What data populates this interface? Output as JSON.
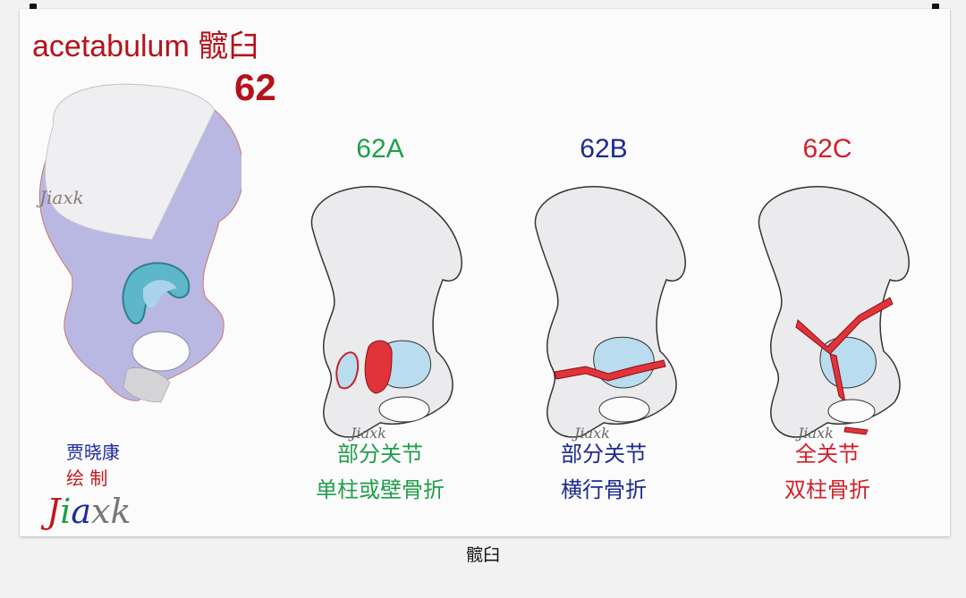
{
  "figure": {
    "title": "acetabulum 髋臼",
    "code": "62",
    "watermark": "Jiaxk",
    "classes": [
      {
        "code": "62A",
        "color": "#1f9e4a",
        "line1": "部分关节",
        "line2": "单柱或壁骨折"
      },
      {
        "code": "62B",
        "color": "#1c2a8f",
        "line1": "部分关节",
        "line2": "横行骨折"
      },
      {
        "code": "62C",
        "color": "#d0202a",
        "line1": "全关节",
        "line2": "双柱骨折"
      }
    ],
    "signature": {
      "name": "贾晓康",
      "role": "绘 制",
      "word": "Jiaxk"
    }
  },
  "caption": "髋臼",
  "colors": {
    "red": "#b5121b",
    "bone_fill": "#e8e8ea",
    "cartilage": "#a9d3ea",
    "fracture": "#e0343a"
  }
}
